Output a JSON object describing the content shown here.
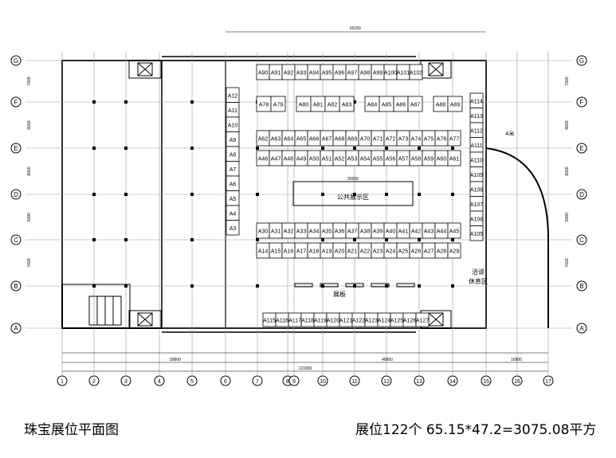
{
  "title": "珠宝展位平面图",
  "summary": "展位122个   65.15*47.2=3075.08平方",
  "top_dimension": "65150",
  "bottom_dimensions": {
    "left": "58900",
    "mid": "48900",
    "right": "16800",
    "total": "121800"
  },
  "row_axes": [
    "G",
    "F",
    "E",
    "D",
    "C",
    "B",
    "A"
  ],
  "column_axes": [
    "1",
    "2",
    "3",
    "4",
    "5",
    "6",
    "7",
    "8",
    "9",
    "10",
    "11",
    "12",
    "13",
    "14",
    "15",
    "16",
    "17"
  ],
  "spacing_labels": [
    "7600",
    "8000",
    "8000",
    "8000",
    "7600"
  ],
  "labels": {
    "public_area": "公共展示区",
    "public_dim": "30000",
    "board": "展板",
    "rest_area_1": "洽谈",
    "rest_area_2": "休息区",
    "curve_note": "4米"
  },
  "booths": {
    "row_a90": [
      "A90",
      "A91",
      "A92",
      "A93",
      "A94",
      "A95",
      "A96",
      "A97",
      "A98",
      "A99",
      "A100",
      "A101",
      "A102"
    ],
    "row_a78": [
      "A78",
      "A79",
      "A80",
      "A81",
      "A82",
      "A83",
      "A84",
      "A85",
      "A86",
      "A87",
      "A88",
      "A89"
    ],
    "row_a62": [
      "A62",
      "A63",
      "A64",
      "A65",
      "A66",
      "A67",
      "A68",
      "A69",
      "A70",
      "A71",
      "A72",
      "A73",
      "A74",
      "A75",
      "A76",
      "A77"
    ],
    "row_a46": [
      "A46",
      "A47",
      "A48",
      "A49",
      "A50",
      "A51",
      "A52",
      "A53",
      "A54",
      "A55",
      "A56",
      "A57",
      "A58",
      "A59",
      "A60",
      "A61"
    ],
    "row_a30": [
      "A30",
      "A31",
      "A32",
      "A33",
      "A34",
      "A35",
      "A36",
      "A37",
      "A38",
      "A39",
      "A40",
      "A41",
      "A42",
      "A43",
      "A44",
      "A45"
    ],
    "row_a14": [
      "A14",
      "A15",
      "A16",
      "A17",
      "A18",
      "A19",
      "A20",
      "A21",
      "A22",
      "A23",
      "A24",
      "A25",
      "A26",
      "A27",
      "A28",
      "A29"
    ],
    "row_a115": [
      "A115",
      "A116",
      "A117",
      "A118",
      "A119",
      "A120",
      "A121",
      "A122",
      "A123",
      "A124",
      "A125",
      "A126",
      "A127"
    ],
    "col_left": [
      "A12",
      "A11",
      "A10",
      "A9",
      "A8",
      "A7",
      "A6",
      "A5",
      "A4",
      "A3"
    ],
    "col_right": [
      "A114",
      "A113",
      "A112",
      "A111",
      "A110",
      "A109",
      "A108",
      "A107",
      "A106",
      "A105"
    ]
  }
}
